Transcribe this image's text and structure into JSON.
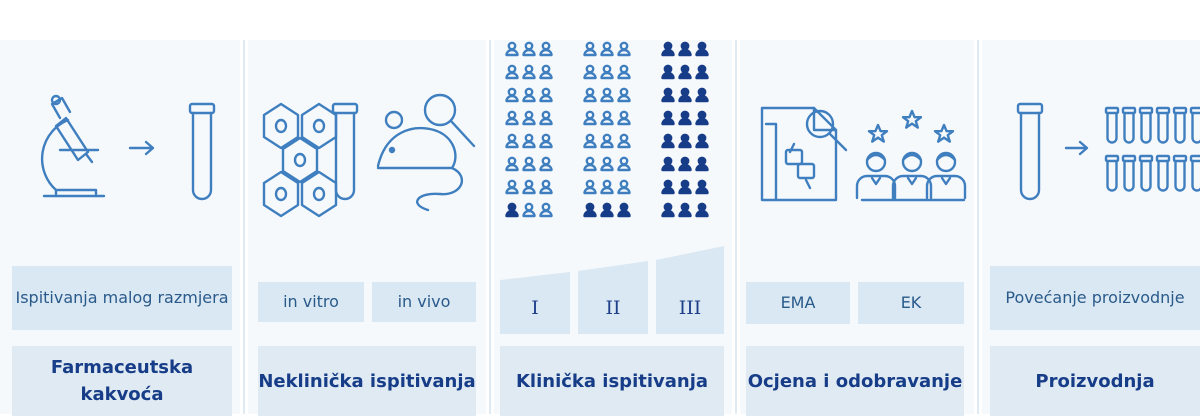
{
  "stages": [
    {
      "sub_label": "Ispitivanja malog razmjera",
      "title": "Farmaceutska kakvoća",
      "icons": [
        "microscope-icon",
        "arrow-right-icon",
        "test-tube-icon"
      ]
    },
    {
      "sub_labels": [
        "in vitro",
        "in vivo"
      ],
      "title": "Neklinička ispitivanja",
      "icons": [
        "cells-icon",
        "test-tube-icon",
        "mouse-magnifier-icon"
      ]
    },
    {
      "sub_labels": [
        "I",
        "II",
        "III"
      ],
      "title": "Klinička ispitivanja",
      "icons": [
        "people-grid-icon"
      ]
    },
    {
      "sub_labels": [
        "EMA",
        "EK"
      ],
      "title": "Ocjena i odobravanje",
      "icons": [
        "document-review-icon",
        "experts-stars-icon"
      ]
    },
    {
      "sub_label": "Povećanje proizvodnje",
      "title": "Proizvodnja",
      "icons": [
        "test-tube-icon",
        "arrow-right-icon",
        "test-tube-rack-icon"
      ]
    }
  ],
  "colors": {
    "dark_blue": "#173d88",
    "mid_blue": "#2a5a8a",
    "outline_blue": "#3f7fbf",
    "pale_box": "#d9e8f3",
    "title_box": "#dfeaf3"
  }
}
